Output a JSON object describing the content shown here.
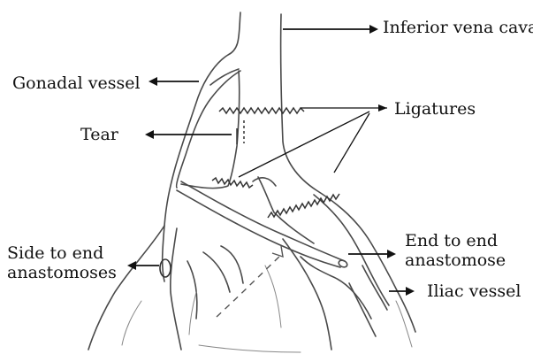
{
  "labels": {
    "inferior_vena_cava": "Inferior vena cava",
    "gonadal_vessel": "Gonadal vessel",
    "ligatures": "Ligatures",
    "tear": "Tear",
    "side_to_end": "Side to end anastomoses",
    "end_to_end": "End to end anastomose",
    "iliac_vessel": "Iliac vessel"
  },
  "colors": {
    "ink": "#111111",
    "sketch": "#4a4a4a",
    "faint": "#888888"
  }
}
